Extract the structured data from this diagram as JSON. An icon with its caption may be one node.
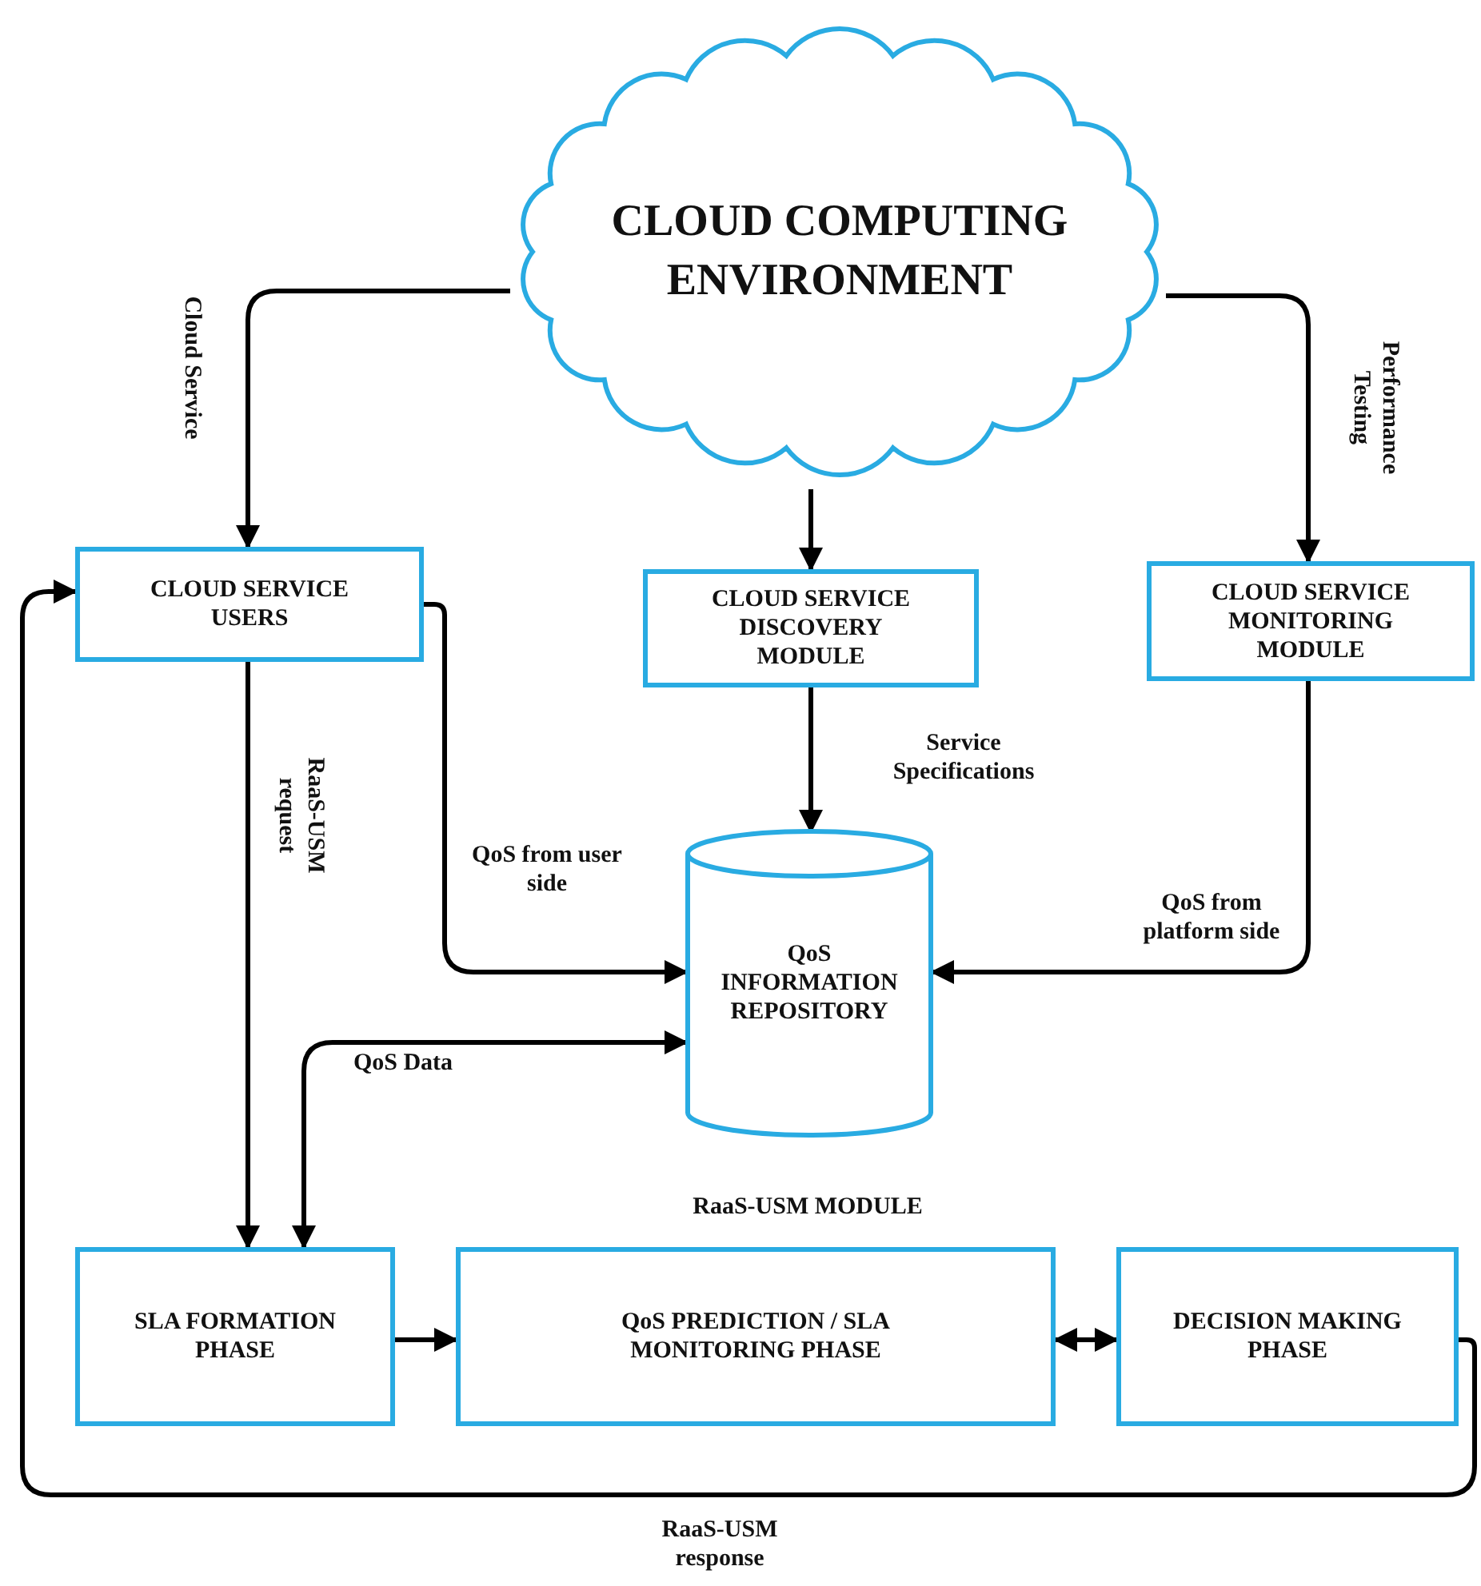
{
  "diagram": {
    "nodes": [
      {
        "text": [
          "CLOUD COMPUTING ENVIRONMENT"
        ]
      },
      {
        "text": [
          "CLOUD SERVICE USERS"
        ]
      },
      {
        "text": [
          "CLOUD SERVICE DISCOVERY MODULE"
        ]
      },
      {
        "text": [
          "CLOUD SERVICE MONITORING MODULE"
        ]
      },
      {
        "text": [
          "QoS INFORMATION REPOSITORY"
        ]
      },
      {
        "text": [
          "SLA FORMATION PHASE"
        ]
      },
      {
        "text": [
          "QoS PREDICTION / SLA MONITORING PHASE"
        ]
      },
      {
        "text": [
          "DECISION MAKING PHASE"
        ]
      }
    ],
    "edges": [
      {
        "from": 0,
        "to": 1,
        "arrow": "to",
        "label": "Cloud Service"
      },
      {
        "from": 0,
        "to": 2,
        "arrow": "to"
      },
      {
        "from": 0,
        "to": 3,
        "arrow": "to",
        "label": "Performance Testing"
      },
      {
        "from": 1,
        "to": 4,
        "arrow": "to",
        "label": "QoS from user side"
      },
      {
        "from": 2,
        "to": 4,
        "arrow": "to",
        "label": "Service Specifications"
      },
      {
        "from": 3,
        "to": 4,
        "arrow": "to",
        "label": "QoS from platform side"
      },
      {
        "from": 1,
        "to": 5,
        "arrow": "to",
        "label": "RaaS-USM request"
      },
      {
        "from": 5,
        "to": 4,
        "arrow": "both",
        "label": "QoS Data"
      },
      {
        "from": 5,
        "to": 6,
        "arrow": "to"
      },
      {
        "from": 6,
        "to": 7,
        "arrow": "both"
      },
      {
        "from": 7,
        "to": 1,
        "arrow": "to",
        "label": "RaaS-USM response"
      }
    ],
    "labels": [
      "RaaS-USM MODULE"
    ]
  }
}
